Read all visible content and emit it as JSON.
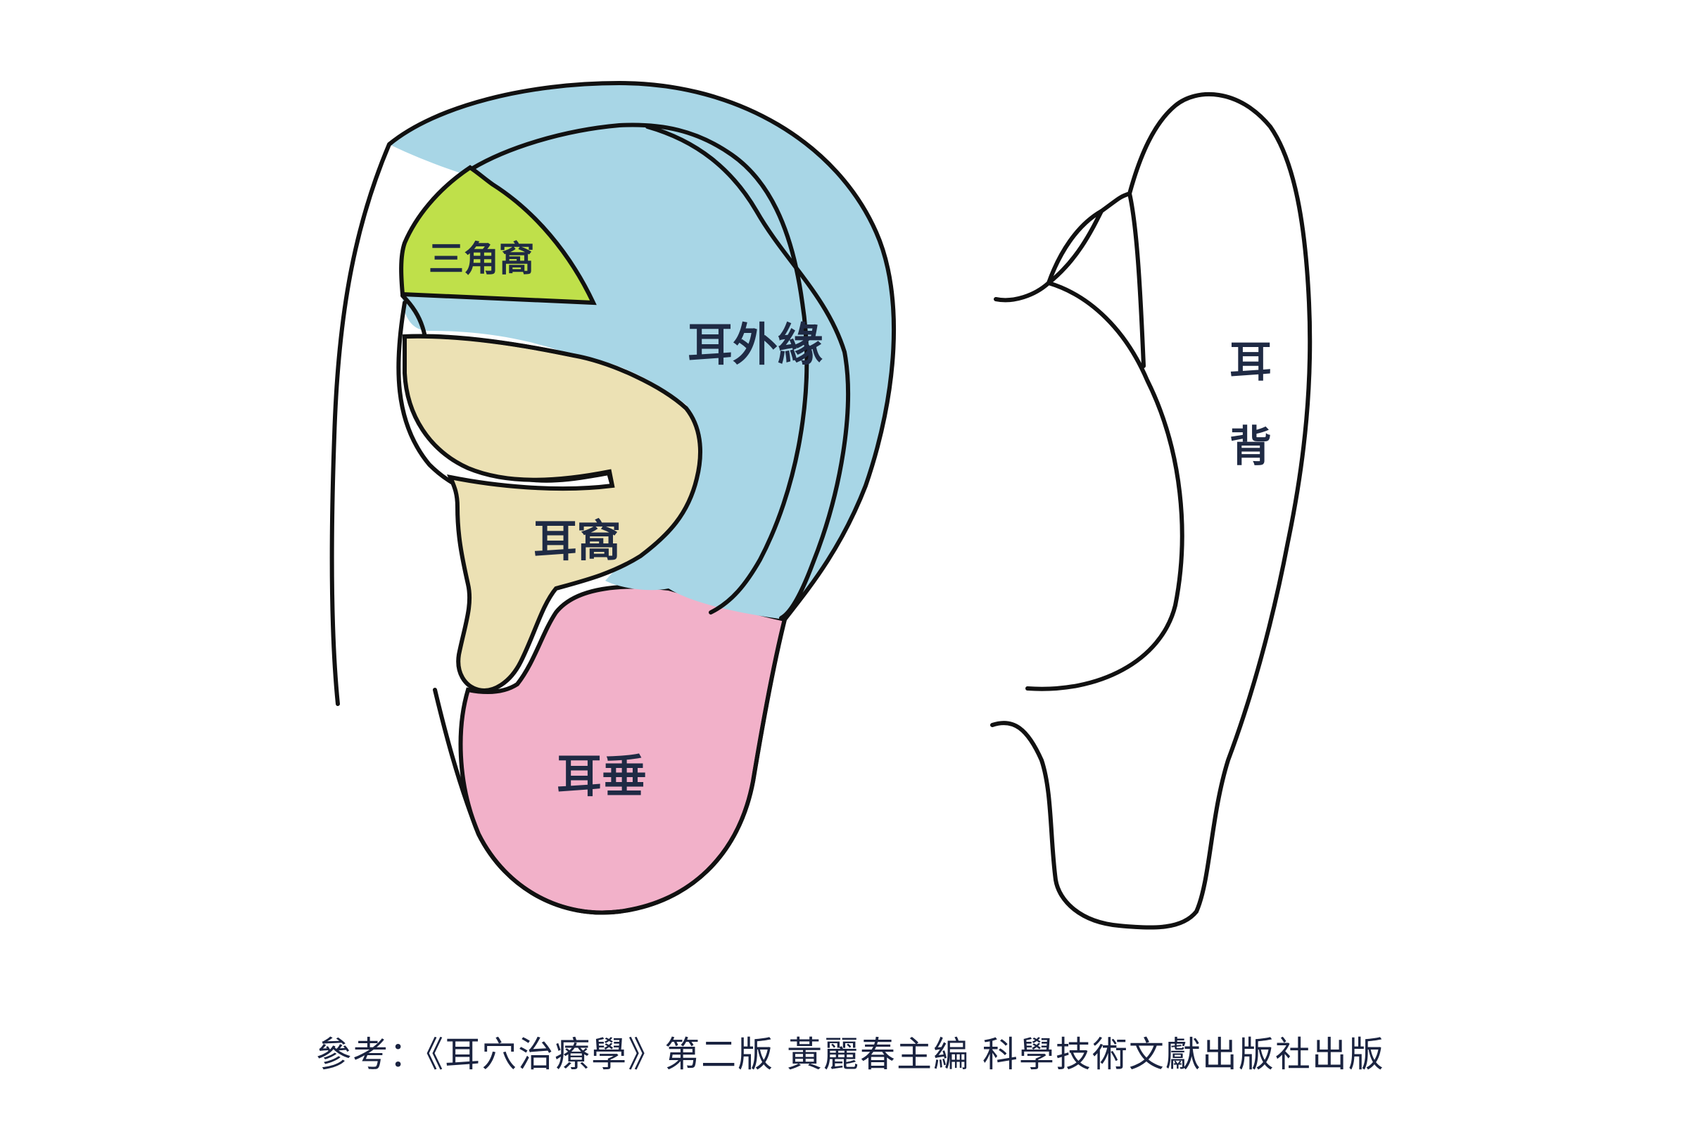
{
  "front_view": {
    "helix_label": "耳外緣",
    "triangular_fossa_label": "三角窩",
    "concha_label": "耳窩",
    "lobe_label": "耳垂",
    "colors": {
      "helix": "#a8d6e6",
      "triangular_fossa": "#bfe04a",
      "concha": "#ece1b4",
      "lobe": "#f2b1c9"
    }
  },
  "back_view": {
    "label_line1": "耳",
    "label_line2": "背"
  },
  "caption": "參考：《耳穴治療學》第二版 黃麗春主編 科學技術文獻出版社出版"
}
